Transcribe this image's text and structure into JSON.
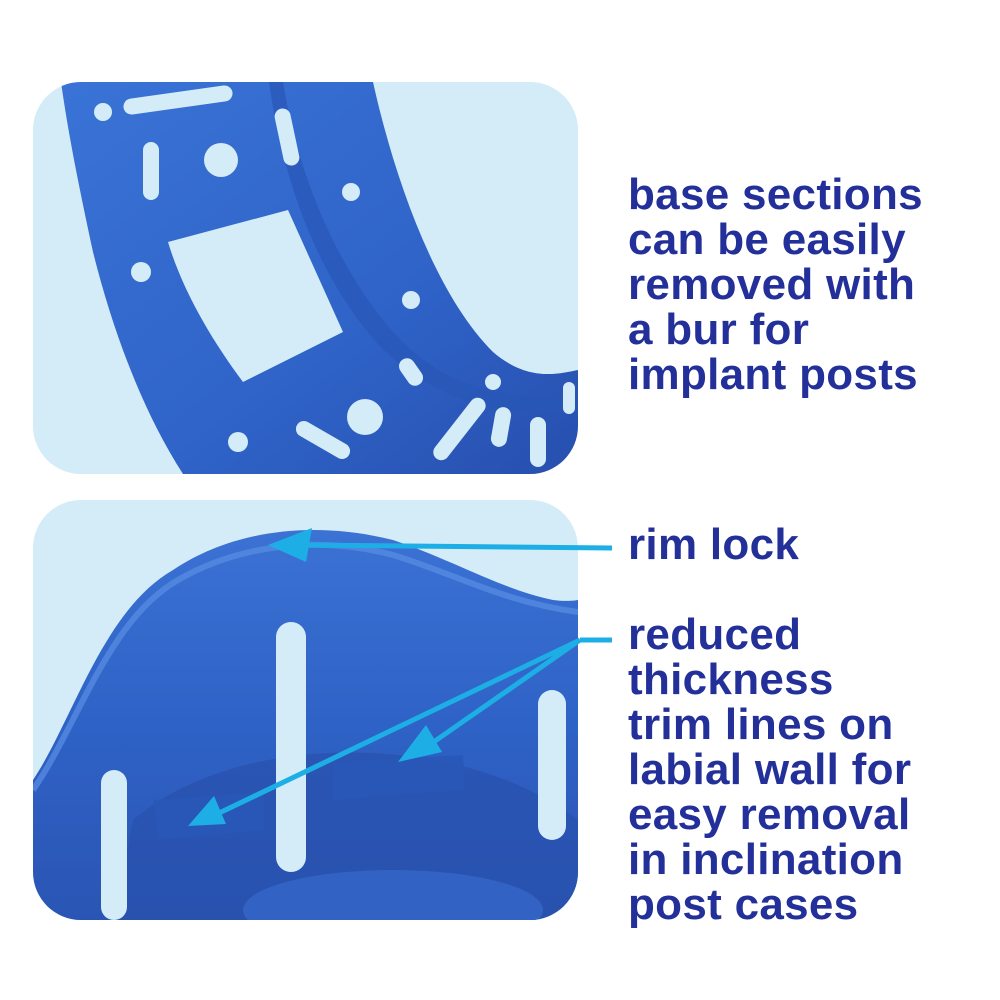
{
  "captions": {
    "base_sections": [
      "base sections",
      "can be easily",
      "removed with",
      "a bur for",
      "implant posts"
    ],
    "rim_lock": [
      "rim lock"
    ],
    "reduced_thickness": [
      "reduced",
      "thickness",
      "trim lines on",
      "labial wall for",
      "easy removal",
      "in inclination",
      "post cases"
    ]
  },
  "colors": {
    "text": "#24309a",
    "arrow": "#1eaee6",
    "tray_blue": "#2f64c9",
    "panel_background": "#d3ecf8"
  }
}
